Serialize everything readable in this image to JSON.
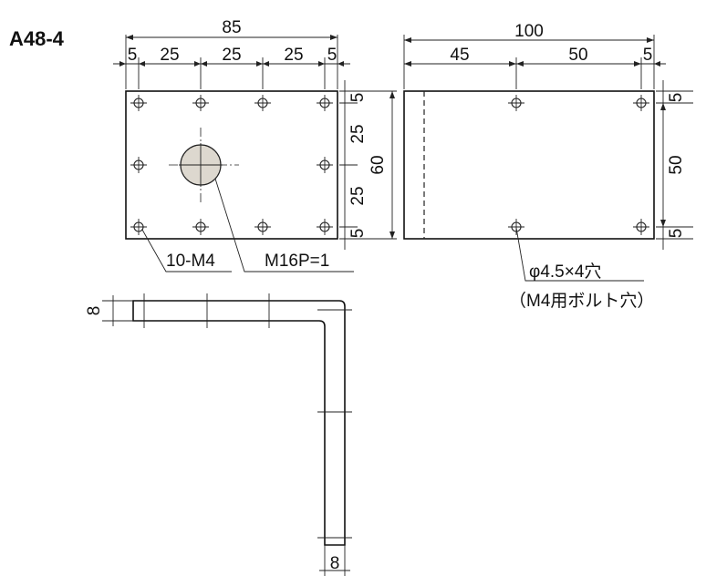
{
  "part_number": "A48-4",
  "front_view": {
    "overall_width": "85",
    "segments": [
      "5",
      "25",
      "25",
      "25",
      "5"
    ],
    "height": "60",
    "right_segments": [
      "5",
      "25",
      "25",
      "5"
    ],
    "hole_count_note": "10-M4",
    "center_hole_note": "M16P=1"
  },
  "side_view": {
    "overall_width": "100",
    "segments": [
      "45",
      "50",
      "5"
    ],
    "height": "50",
    "right_segments": [
      "5",
      "5"
    ],
    "hole_note": "φ4.5×4穴",
    "hole_note_sub": "（M4用ボルト穴）"
  },
  "profile_view": {
    "thickness_top": "8",
    "thickness_bottom": "8"
  },
  "colors": {
    "line": "#222222",
    "boss_fill": "#ddd8cf"
  }
}
